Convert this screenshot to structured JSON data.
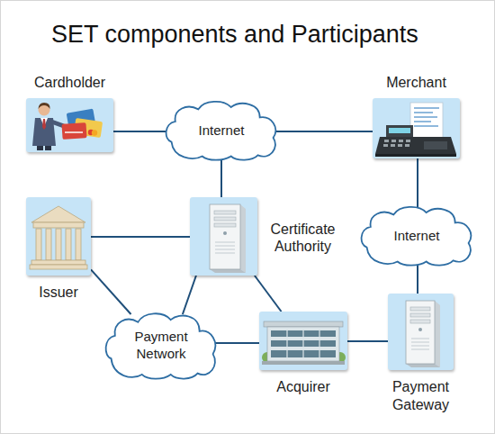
{
  "diagram": {
    "title": "SET components and Participants",
    "nodes": [
      {
        "text": [
          "Cardholder"
        ]
      },
      {
        "text": [
          "Internet"
        ]
      },
      {
        "text": [
          "Merchant"
        ]
      },
      {
        "text": [
          "Issuer"
        ]
      },
      {
        "text": [
          "Certificate Authority"
        ]
      },
      {
        "text": [
          "Internet"
        ]
      },
      {
        "text": [
          "Payment Network"
        ]
      },
      {
        "text": [
          "Acquirer"
        ]
      },
      {
        "text": [
          "Payment Gateway"
        ]
      }
    ],
    "edges": [
      {
        "from": 0,
        "to": 1,
        "arrow": "none"
      },
      {
        "from": 1,
        "to": 2,
        "arrow": "none"
      },
      {
        "from": 1,
        "to": 4,
        "arrow": "none"
      },
      {
        "from": 2,
        "to": 5,
        "arrow": "none"
      },
      {
        "from": 5,
        "to": 8,
        "arrow": "none"
      },
      {
        "from": 3,
        "to": 4,
        "arrow": "none"
      },
      {
        "from": 3,
        "to": 6,
        "arrow": "none"
      },
      {
        "from": 4,
        "to": 6,
        "arrow": "none"
      },
      {
        "from": 4,
        "to": 7,
        "arrow": "none"
      },
      {
        "from": 6,
        "to": 7,
        "arrow": "none"
      },
      {
        "from": 7,
        "to": 8,
        "arrow": "none"
      }
    ]
  }
}
